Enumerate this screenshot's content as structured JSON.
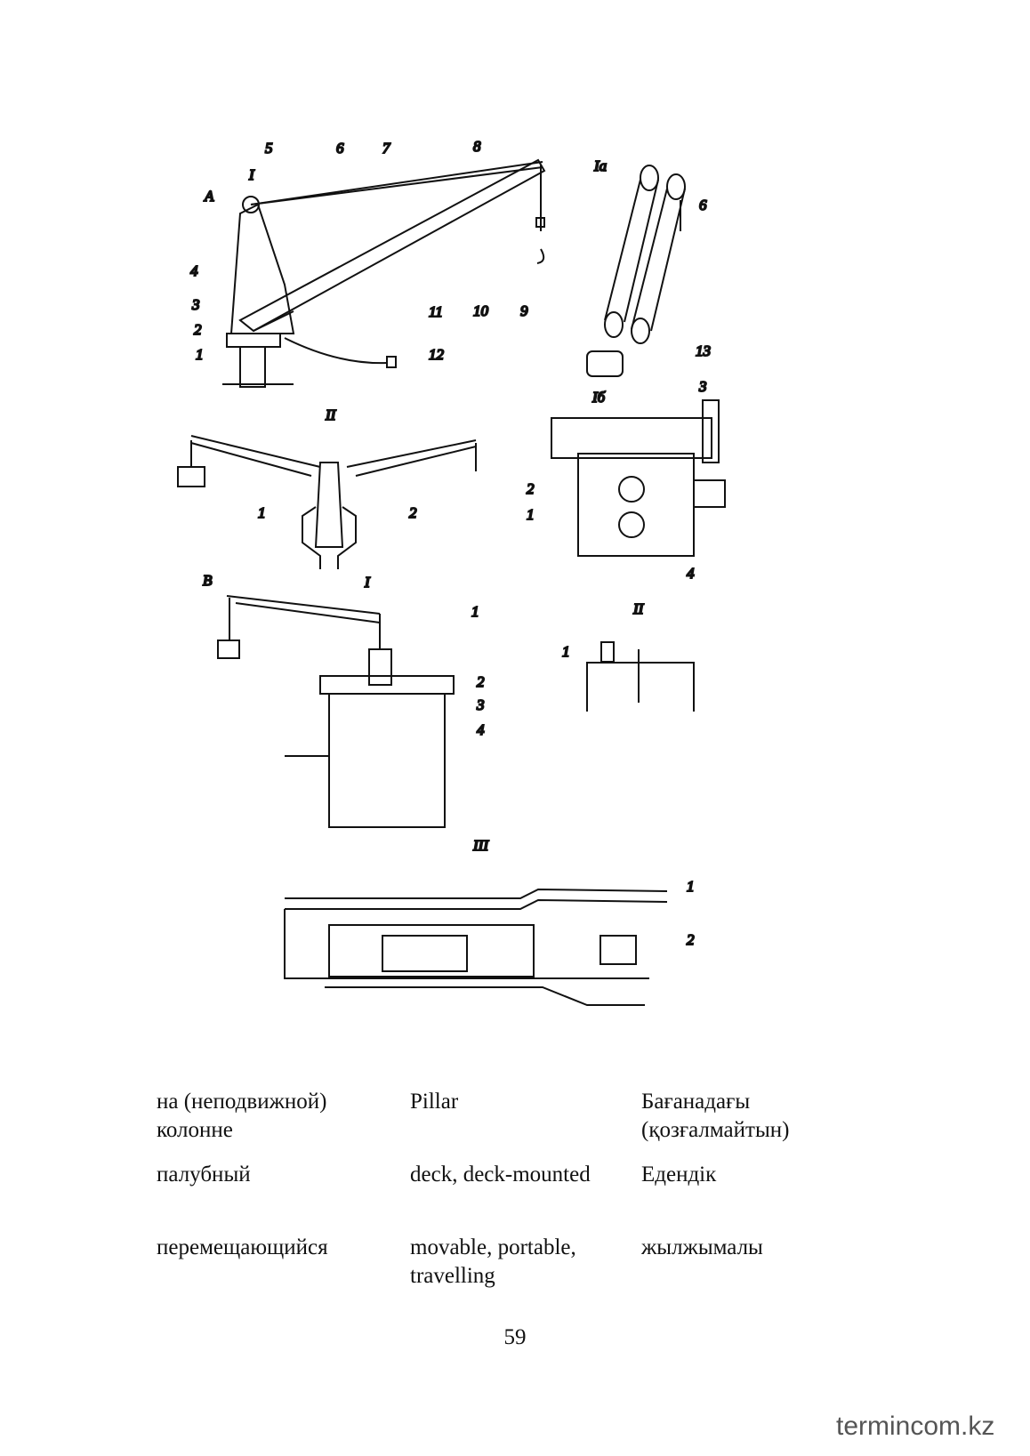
{
  "figure": {
    "labels": {
      "A": "A",
      "B": "B",
      "roman_I_a": "I",
      "roman_I_b": "I",
      "roman_II_a": "II",
      "roman_II_b": "II",
      "roman_III": "III",
      "Ia": "Ia",
      "Ib": "Iб",
      "n1": "1",
      "n2": "2",
      "n3": "3",
      "n4": "4",
      "n5": "5",
      "n6": "6",
      "n7": "7",
      "n8": "8",
      "n9": "9",
      "n10": "10",
      "n11": "11",
      "n12": "12",
      "n13": "13"
    }
  },
  "terms": [
    {
      "ru": "на (неподвижной) колонне",
      "en": "Pillar",
      "kz": "Бағанадағы (қозғалмайтын)"
    },
    {
      "ru": "палубный",
      "en": "deck, deck-mounted",
      "kz": "Едендік"
    },
    {
      "ru": "перемещающийся",
      "en": "movable, portable, travelling",
      "kz": "жылжымалы"
    }
  ],
  "page_number": "59",
  "watermark": {
    "text": "termincom.kz"
  }
}
